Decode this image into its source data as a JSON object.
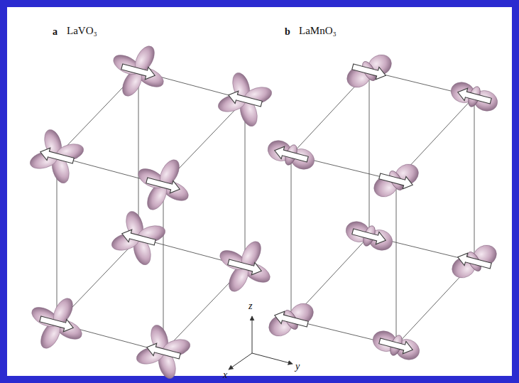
{
  "diagram": {
    "labels": [
      "a",
      "LaVO₃",
      "b",
      "LaMnO₃",
      "z",
      "x",
      "y"
    ]
  }
}
